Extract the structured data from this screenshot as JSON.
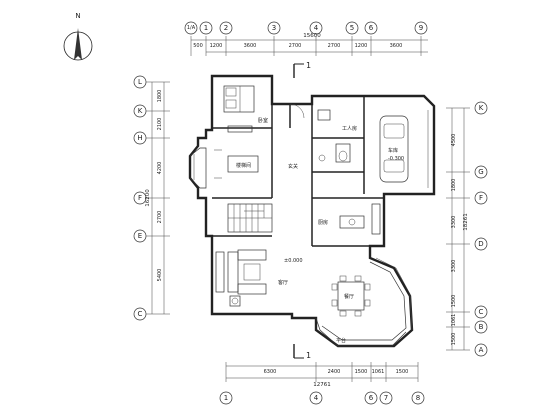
{
  "north": {
    "label": "N"
  },
  "top_axes": [
    "1/A",
    "1",
    "2",
    "3",
    "4",
    "5",
    "6",
    "9"
  ],
  "top_dims": [
    "500",
    "1200",
    "3600",
    "2700",
    "2700",
    "1200",
    "3600"
  ],
  "top_total": "15600",
  "bottom_axes": [
    "1",
    "4",
    "6",
    "7",
    "8"
  ],
  "bottom_dims": [
    "6300",
    "2400",
    "1500",
    "1061",
    "1500"
  ],
  "bottom_total": "12761",
  "left_axes": [
    "L",
    "K",
    "H",
    "F",
    "E",
    "C"
  ],
  "left_dims": [
    "1800",
    "2100",
    "4200",
    "2700",
    "5400"
  ],
  "left_total": "16200",
  "right_axes": [
    "K",
    "G",
    "F",
    "D",
    "C",
    "B",
    "A"
  ],
  "right_dims": [
    "4500",
    "1800",
    "3300",
    "3300",
    "1500",
    "1061",
    "1500"
  ],
  "right_total": "18261",
  "section_mark": "1",
  "rooms": {
    "bedroom": "卧室",
    "stair_hall": "楼梯间",
    "foyer": "玄关",
    "servant": "工人房",
    "garage": "车库",
    "garage_level": "-0.300",
    "kitchen": "厨房",
    "living": "客厅",
    "living_level": "±0.000",
    "dining": "餐厅",
    "terrace": "平台"
  }
}
